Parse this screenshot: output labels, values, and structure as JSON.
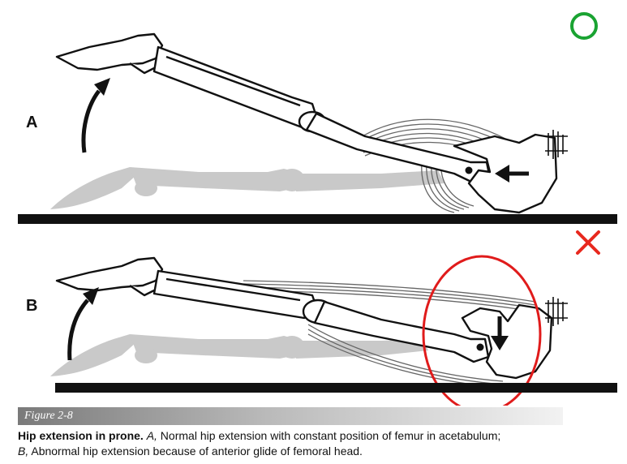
{
  "panels": {
    "a_label": "A",
    "b_label": "B"
  },
  "marks": {
    "correct_icon": "circle-correct-icon",
    "incorrect_icon": "cross-incorrect-icon",
    "correct_color": "#1aa332",
    "incorrect_color": "#e8281e",
    "highlight_color": "#e01b1b"
  },
  "figure": {
    "number_label": "Figure 2-8"
  },
  "caption": {
    "title": "Hip extension in prone.",
    "a_marker": "A,",
    "a_text": " Normal hip extension with constant position of femur in acetabulum;",
    "b_marker": "B,",
    "b_text": " Abnormal hip extension because of anterior glide of femoral head."
  }
}
